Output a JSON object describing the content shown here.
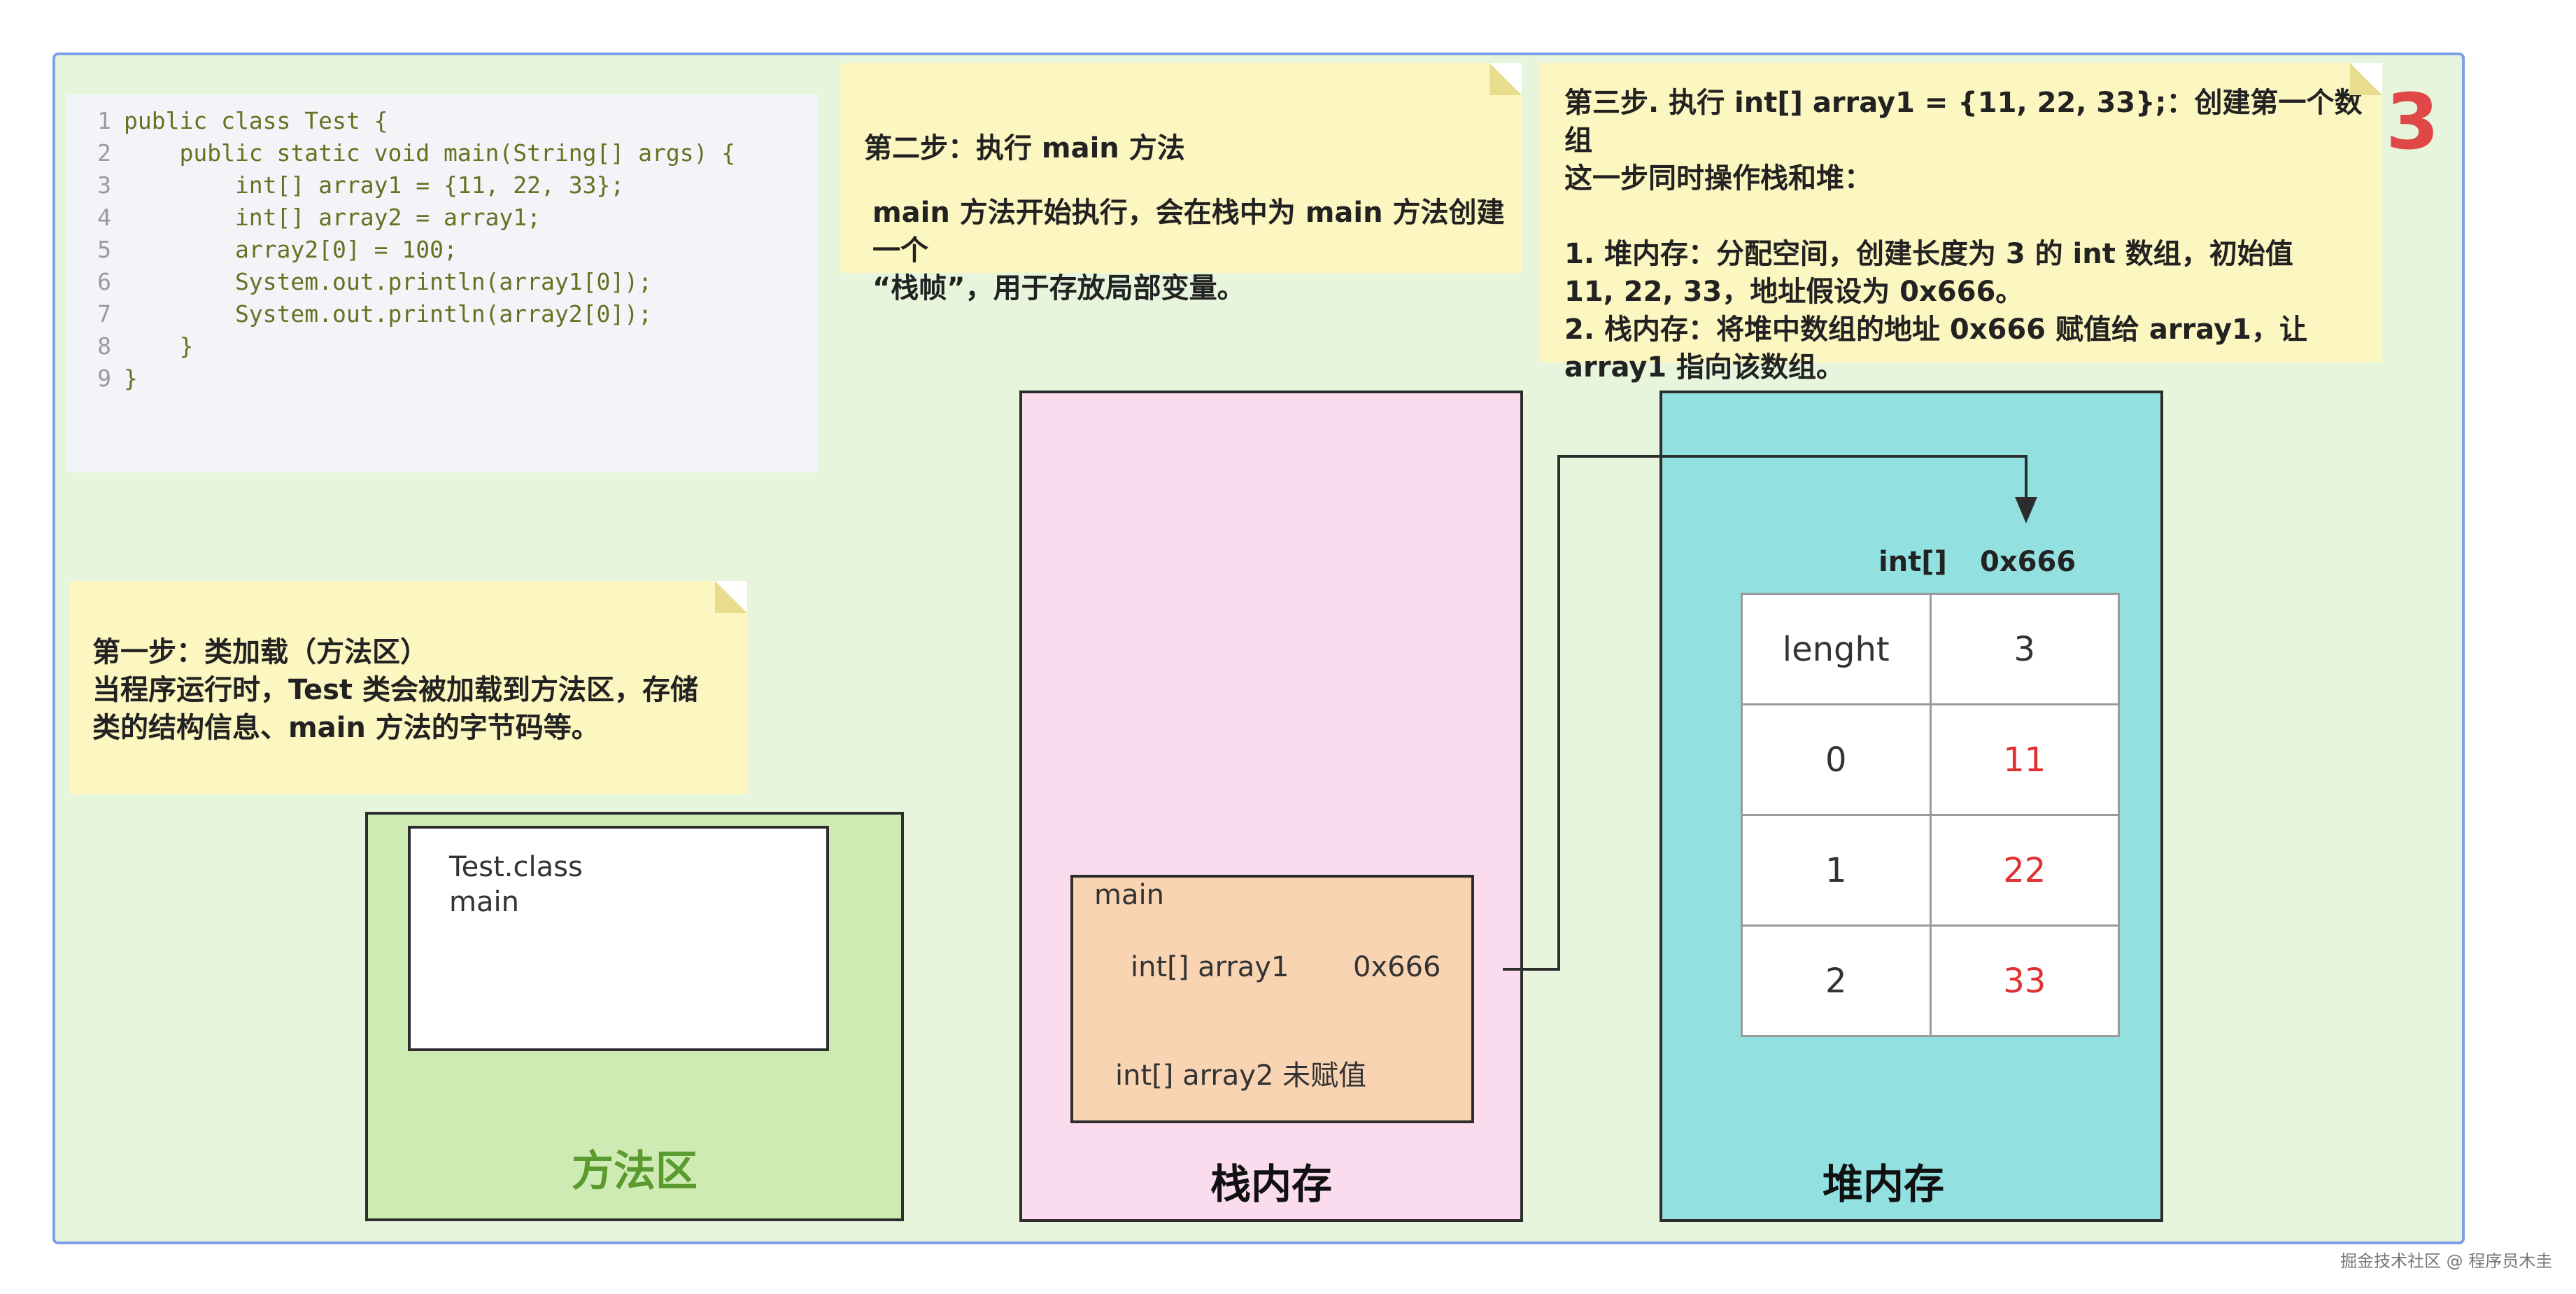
{
  "step_number": "3",
  "code": [
    {
      "n": "1",
      "text": "public class Test {"
    },
    {
      "n": "2",
      "text": "    public static void main(String[] args) {"
    },
    {
      "n": "3",
      "text": "        int[] array1 = {11, 22, 33};"
    },
    {
      "n": "4",
      "text": "        int[] array2 = array1;"
    },
    {
      "n": "5",
      "text": "        array2[0] = 100;"
    },
    {
      "n": "6",
      "text": "        System.out.println(array1[0]);"
    },
    {
      "n": "7",
      "text": "        System.out.println(array2[0]);"
    },
    {
      "n": "8",
      "text": "    }"
    },
    {
      "n": "9",
      "text": "}"
    }
  ],
  "notes": {
    "step1": {
      "title": "第一步：类加载（方法区）",
      "body": [
        "当程序运行时，Test 类会被加载到方法区，存储",
        "类的结构信息、main 方法的字节码等。"
      ]
    },
    "step2": {
      "title": "第二步：执行 main 方法",
      "body": [
        "main 方法开始执行，会在栈中为 main 方法创建一个",
        "“栈帧”，用于存放局部变量。"
      ]
    },
    "step3": {
      "lines": [
        "第三步. 执行 int[] array1 = {11, 22, 33};：创建第一个数组",
        "这一步同时操作栈和堆：",
        "",
        "1. 堆内存：分配空间，创建长度为 3 的 int 数组，初始值",
        "11, 22, 33，地址假设为 0x666。",
        "2. 栈内存：将堆中数组的地址 0x666 赋值给 array1，让",
        "array1 指向该数组。"
      ]
    }
  },
  "method_area": {
    "label": "方法区",
    "class_box": [
      "Test.class",
      "main"
    ]
  },
  "stack": {
    "label": "栈内存",
    "frame": {
      "name": "main",
      "var1_label": "int[] array1",
      "var1_value": "0x666",
      "var2_label": "int[] array2 未赋值"
    }
  },
  "heap": {
    "label": "堆内存",
    "array_type": "int[]",
    "array_address": "0x666",
    "table": [
      {
        "key": "lenght",
        "value": "3",
        "red": false
      },
      {
        "key": "0",
        "value": "11",
        "red": true
      },
      {
        "key": "1",
        "value": "22",
        "red": true
      },
      {
        "key": "2",
        "value": "33",
        "red": true
      }
    ]
  },
  "watermark": "掘金技术社区 @ 程序员木圭",
  "colors": {
    "step_number": "#e04848",
    "method_area_label": "#5a9a2e",
    "array_value": "#e03030"
  }
}
